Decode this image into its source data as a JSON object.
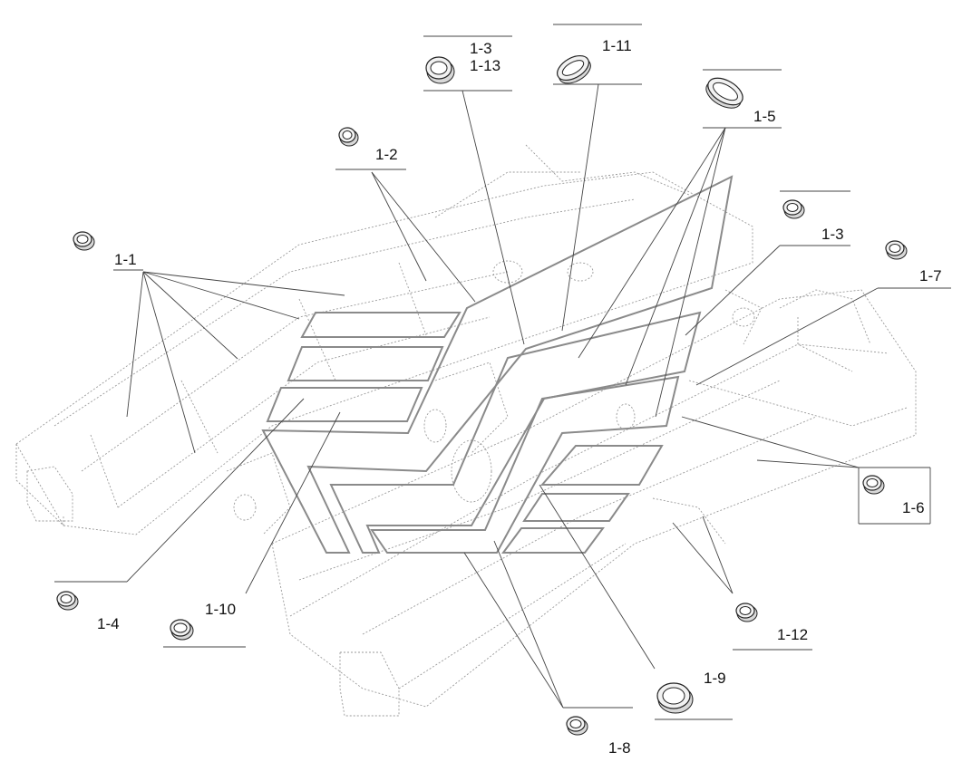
{
  "parts": [
    {
      "id": "p1-1",
      "label": "1-1",
      "icon": "round-grommet-icon"
    },
    {
      "id": "p1-2",
      "label": "1-2",
      "icon": "round-grommet-icon"
    },
    {
      "id": "p1-3a",
      "label": "1-3",
      "icon": "round-grommet-icon"
    },
    {
      "id": "p1-13",
      "label": "1-13",
      "icon": "round-grommet-icon"
    },
    {
      "id": "p1-11",
      "label": "1-11",
      "icon": "oval-grommet-icon"
    },
    {
      "id": "p1-5",
      "label": "1-5",
      "icon": "oval-grommet-icon"
    },
    {
      "id": "p1-3b",
      "label": "1-3",
      "icon": "round-grommet-icon"
    },
    {
      "id": "p1-7",
      "label": "1-7",
      "icon": "round-grommet-icon"
    },
    {
      "id": "p1-6",
      "label": "1-6",
      "icon": "round-grommet-icon"
    },
    {
      "id": "p1-12",
      "label": "1-12",
      "icon": "round-grommet-icon"
    },
    {
      "id": "p1-9",
      "label": "1-9",
      "icon": "round-grommet-icon"
    },
    {
      "id": "p1-8",
      "label": "1-8",
      "icon": "round-grommet-icon"
    },
    {
      "id": "p1-10",
      "label": "1-10",
      "icon": "round-grommet-icon"
    },
    {
      "id": "p1-4",
      "label": "1-4",
      "icon": "round-grommet-icon"
    }
  ]
}
